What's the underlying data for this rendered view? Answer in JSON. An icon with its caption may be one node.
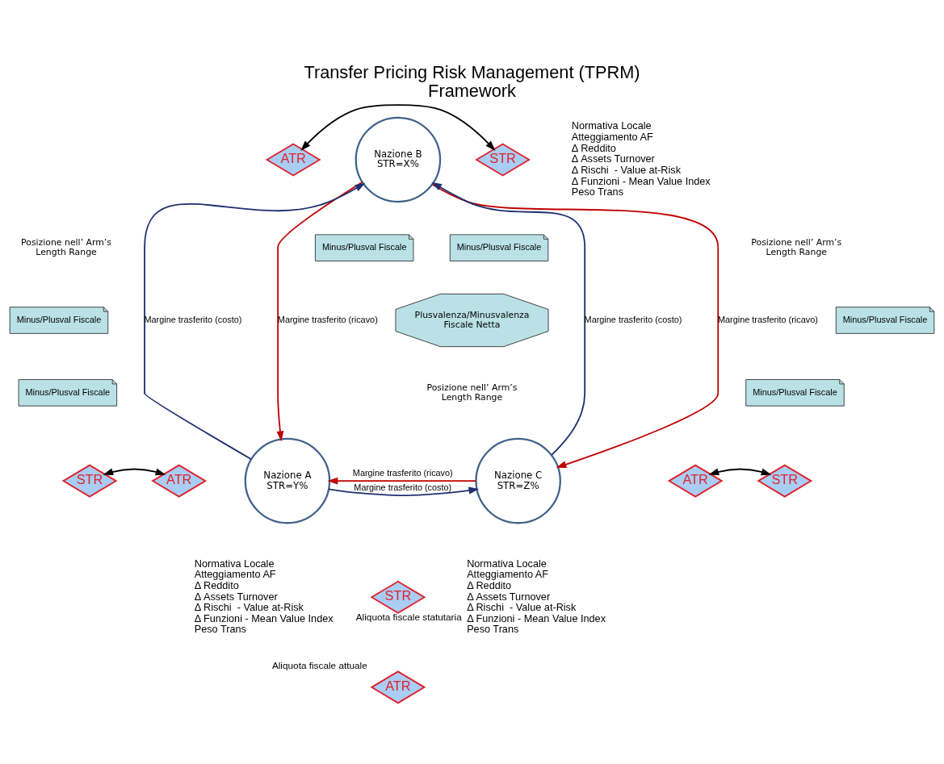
{
  "diagram": {
    "title": "Transfer Pricing Risk Management (TPRM) Framework",
    "nodes": [
      {
        "text": [
          "Nazione B STR=X%"
        ],
        "beside": [
          "Normativa Locale",
          "Atteggiamento AF",
          "Δ Reddito",
          "Δ Assets Turnover",
          "Δ Rischi  - Value at-Risk",
          "Δ Funzioni - Mean Value Index",
          "Peso Trans"
        ]
      },
      {
        "text": [
          "ATR"
        ]
      },
      {
        "text": [
          "STR"
        ]
      },
      {
        "text": [
          "Nazione A STR=Y%"
        ],
        "beside": [
          "Normativa Locale",
          "Atteggiamento AF",
          "Δ Reddito",
          "Δ Assets Turnover",
          "Δ Rischi  - Value at-Risk",
          "Δ Funzioni - Mean Value Index",
          "Peso Trans"
        ]
      },
      {
        "text": [
          "STR"
        ]
      },
      {
        "text": [
          "ATR"
        ]
      },
      {
        "text": [
          "Nazione C STR=Z%"
        ],
        "beside": [
          "Normativa Locale",
          "Atteggiamento AF",
          "Δ Reddito",
          "Δ Assets Turnover",
          "Δ Rischi  - Value at-Risk",
          "Δ Funzioni - Mean Value Index",
          "Peso Trans"
        ]
      },
      {
        "text": [
          "ATR"
        ]
      },
      {
        "text": [
          "STR"
        ]
      },
      {
        "text": [
          "Plusvalenza/Minusvalenza Fiscale Netta"
        ]
      },
      {
        "text": [
          "Minus/Plusval Fiscale"
        ]
      },
      {
        "text": [
          "Minus/Plusval Fiscale"
        ]
      },
      {
        "text": [
          "Minus/Plusval Fiscale"
        ]
      },
      {
        "text": [
          "Minus/Plusval Fiscale"
        ]
      },
      {
        "text": [
          "Minus/Plusval Fiscale"
        ]
      },
      {
        "text": [
          "Minus/Plusval Fiscale"
        ]
      },
      {
        "text": [
          "STR"
        ],
        "beside": [
          "Aliquota fiscale statutaria"
        ]
      },
      {
        "text": [
          "ATR"
        ],
        "beside": [
          "Aliquota fiscale attuale"
        ]
      }
    ],
    "edges": [
      {
        "from": 1,
        "to": 2,
        "arrow": "both",
        "color": "#000000"
      },
      {
        "from": 3,
        "to": 0,
        "arrow": "to",
        "label": "Margine trasferito (costo)",
        "color": "#1f2f6e"
      },
      {
        "from": 0,
        "to": 3,
        "arrow": "to",
        "label": "Margine trasferito (ricavo)",
        "color": "#c00000"
      },
      {
        "from": 6,
        "to": 0,
        "arrow": "to",
        "label": "Margine trasferito (costo)",
        "color": "#1f2f6e"
      },
      {
        "from": 0,
        "to": 6,
        "arrow": "to",
        "label": "Margine trasferito (ricavo)",
        "color": "#c00000"
      },
      {
        "from": 4,
        "to": 5,
        "arrow": "both",
        "color": "#000000"
      },
      {
        "from": 3,
        "to": 6,
        "arrow": "to",
        "label": "Margine trasferito (costo)",
        "color": "#1f2f6e"
      },
      {
        "from": 6,
        "to": 3,
        "arrow": "to",
        "label": "Margine trasferito (ricavo)",
        "color": "#c00000"
      },
      {
        "from": 7,
        "to": 8,
        "arrow": "both",
        "color": "#000000"
      }
    ],
    "labels": [
      "Posizione nell’ Arm’s Length Range",
      "Posizione nell’ Arm’s Length Range",
      "Posizione nell’ Arm’s Length Range"
    ]
  }
}
